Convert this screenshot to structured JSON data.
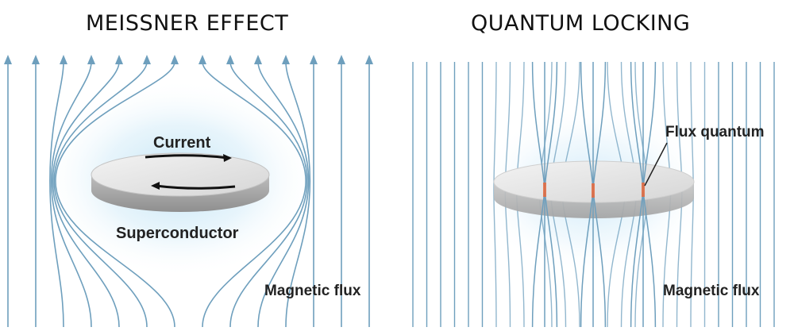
{
  "left_panel": {
    "title": "MEISSNER EFFECT",
    "current_label": "Current",
    "superconductor_label": "Superconductor",
    "flux_label": "Magnetic flux"
  },
  "right_panel": {
    "title": "QUANTUM LOCKING",
    "flux_quantum_label": "Flux quantum",
    "flux_label": "Magnetic flux"
  },
  "colors": {
    "field_line": "#6e9fbd",
    "glow": "#bfe3f6",
    "disc_top": "#e4e4e4",
    "disc_side": "#a9a9a9",
    "flux_pin": "#e8683c"
  }
}
